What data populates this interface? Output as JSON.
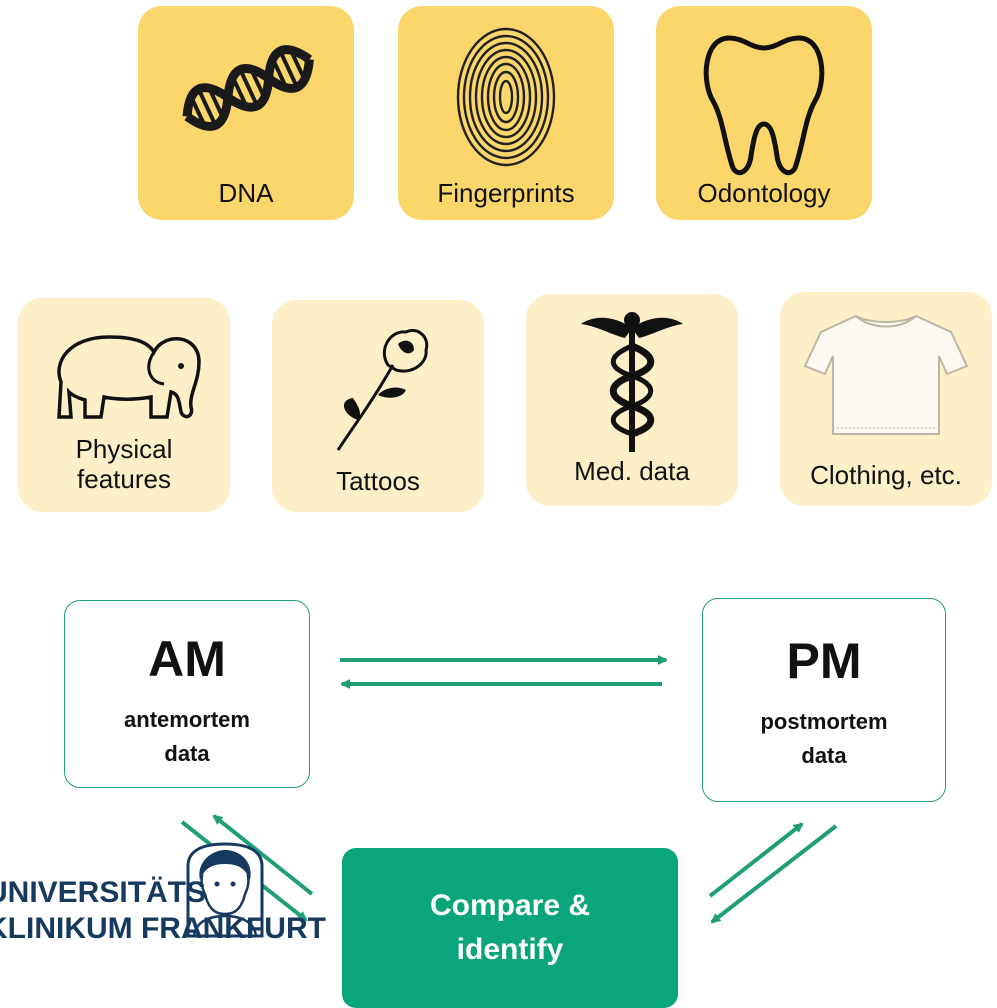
{
  "primary_identifiers": [
    {
      "label": "DNA",
      "icon": "dna-icon"
    },
    {
      "label": "Fingerprints",
      "icon": "fingerprint-icon"
    },
    {
      "label": "Odontology",
      "icon": "tooth-icon"
    }
  ],
  "secondary_identifiers": [
    {
      "label_line1": "Physical",
      "label_line2": "features",
      "icon": "elephant-icon"
    },
    {
      "label_line1": "",
      "label_line2": "Tattoos",
      "icon": "rose-icon"
    },
    {
      "label_line1": "",
      "label_line2": "Med. data",
      "icon": "caduceus-icon"
    },
    {
      "label_line1": "",
      "label_line2": "Clothing, etc.",
      "icon": "tshirt-icon"
    }
  ],
  "am_box": {
    "abbr": "AM",
    "line1": "antemortem",
    "line2": "data"
  },
  "pm_box": {
    "abbr": "PM",
    "line1": "postmortem",
    "line2": "data"
  },
  "compare_box": {
    "line1": "Compare &",
    "line2": "identify"
  },
  "logo": {
    "line1": "UNIVERSITÄTS",
    "line2": "KLINIKUM FRANKFURT"
  },
  "colors": {
    "primary_card": "#fbd66b",
    "secondary_card": "#fdf0c8",
    "accent_green": "#0aa57a",
    "arrow_green": "#1f9e77",
    "logo_blue": "#16395f"
  }
}
